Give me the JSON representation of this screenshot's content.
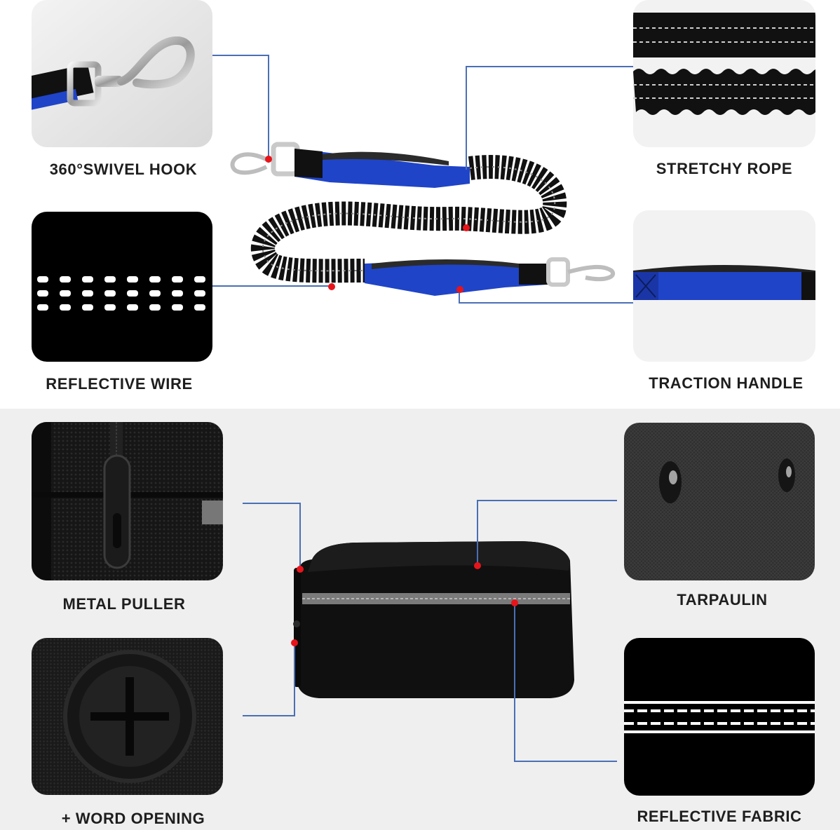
{
  "leash_section": {
    "features": [
      {
        "label": "360°SWIVEL HOOK"
      },
      {
        "label": "STRETCHY ROPE"
      },
      {
        "label": "REFLECTIVE WIRE"
      },
      {
        "label": "TRACTION HANDLE"
      }
    ]
  },
  "bag_section": {
    "features": [
      {
        "label": "METAL PULLER"
      },
      {
        "label": "TARPAULIN"
      },
      {
        "label": "+ WORD OPENING"
      },
      {
        "label": "REFLECTIVE FABRIC"
      }
    ]
  },
  "colors": {
    "accent_blue": "#1f44c8",
    "connector_line": "#4a6fb5",
    "marker_dot": "#e8141b",
    "bottom_background": "#efefef"
  }
}
